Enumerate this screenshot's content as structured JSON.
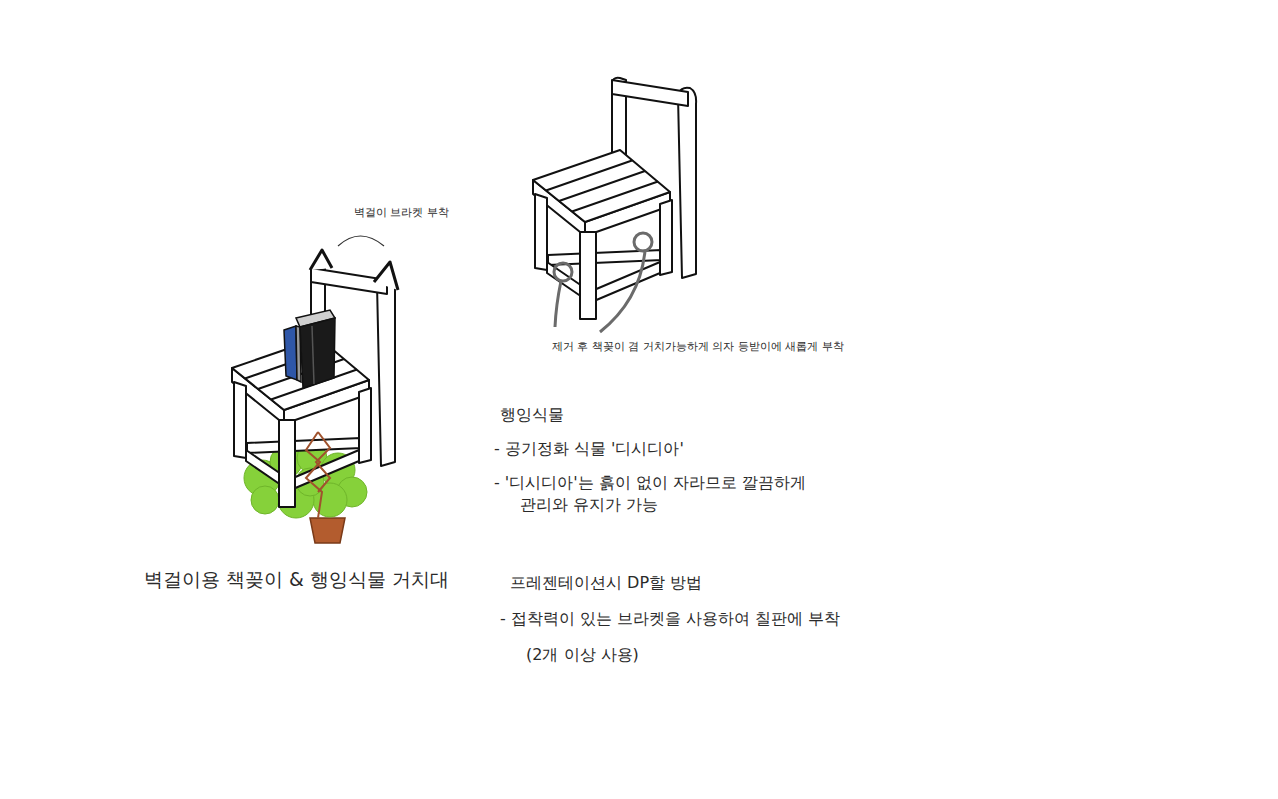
{
  "diagram": {
    "caption": "벽걸이용 책꽂이 & 행잉식물 거치대",
    "labels": [
      "벽걸이 브라켓 부착",
      "제거 후 책꽂이 겸 거치가능하게 의자 등받이에 새롭게 부착",
      "행잉식물",
      "- 공기정화 식물 '디시디아'",
      "- '디시디아'는 흙이 없이 자라므로 깔끔하게 관리와 유지가 가능",
      "프레젠테이션시 DP할 방법",
      "- 접착력이 있는 브라켓을 사용하여 칠판에 부착",
      "(2개 이상 사용)"
    ]
  }
}
